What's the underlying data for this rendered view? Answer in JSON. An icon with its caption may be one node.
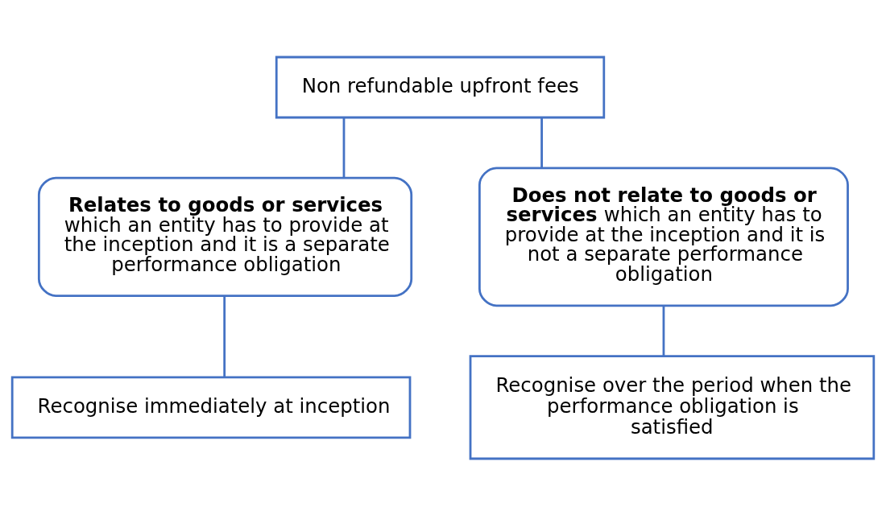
{
  "diagram": {
    "nodes": [
      {
        "text": [
          "Non refundable upfront fees"
        ]
      },
      {
        "text": [
          "**Relates to goods or services** which an entity has to provide at the inception and it is a separate performance obligation"
        ]
      },
      {
        "text": [
          "**Does not relate to goods or services** which an entity has to provide at the inception and it is not a separate performance obligation"
        ]
      },
      {
        "text": [
          "Recognise immediately at inception"
        ]
      },
      {
        "text": [
          "Recognise over the period when the performance obligation is satisfied"
        ]
      }
    ],
    "edges": [
      {
        "from": 0,
        "to": 1,
        "arrow": "none"
      },
      {
        "from": 0,
        "to": 2,
        "arrow": "none"
      },
      {
        "from": 1,
        "to": 3,
        "arrow": "none"
      },
      {
        "from": 2,
        "to": 4,
        "arrow": "none"
      }
    ]
  }
}
